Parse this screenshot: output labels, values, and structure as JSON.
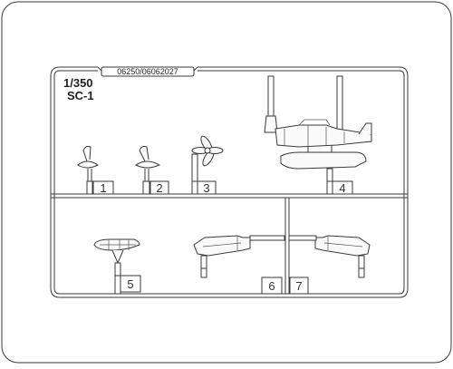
{
  "sprue": {
    "code": "06250/06062027",
    "scale": "1/350",
    "model": "SC-1",
    "parts": [
      {
        "number": "1",
        "name": "propeller-hub-a"
      },
      {
        "number": "2",
        "name": "propeller-hub-b"
      },
      {
        "number": "3",
        "name": "propeller"
      },
      {
        "number": "4",
        "name": "floatplane-fuselage"
      },
      {
        "number": "5",
        "name": "wing"
      },
      {
        "number": "6",
        "name": "tailplane-left"
      },
      {
        "number": "7",
        "name": "tailplane-right"
      }
    ]
  },
  "colors": {
    "line": "#3a3a3a",
    "background": "#ffffff"
  }
}
